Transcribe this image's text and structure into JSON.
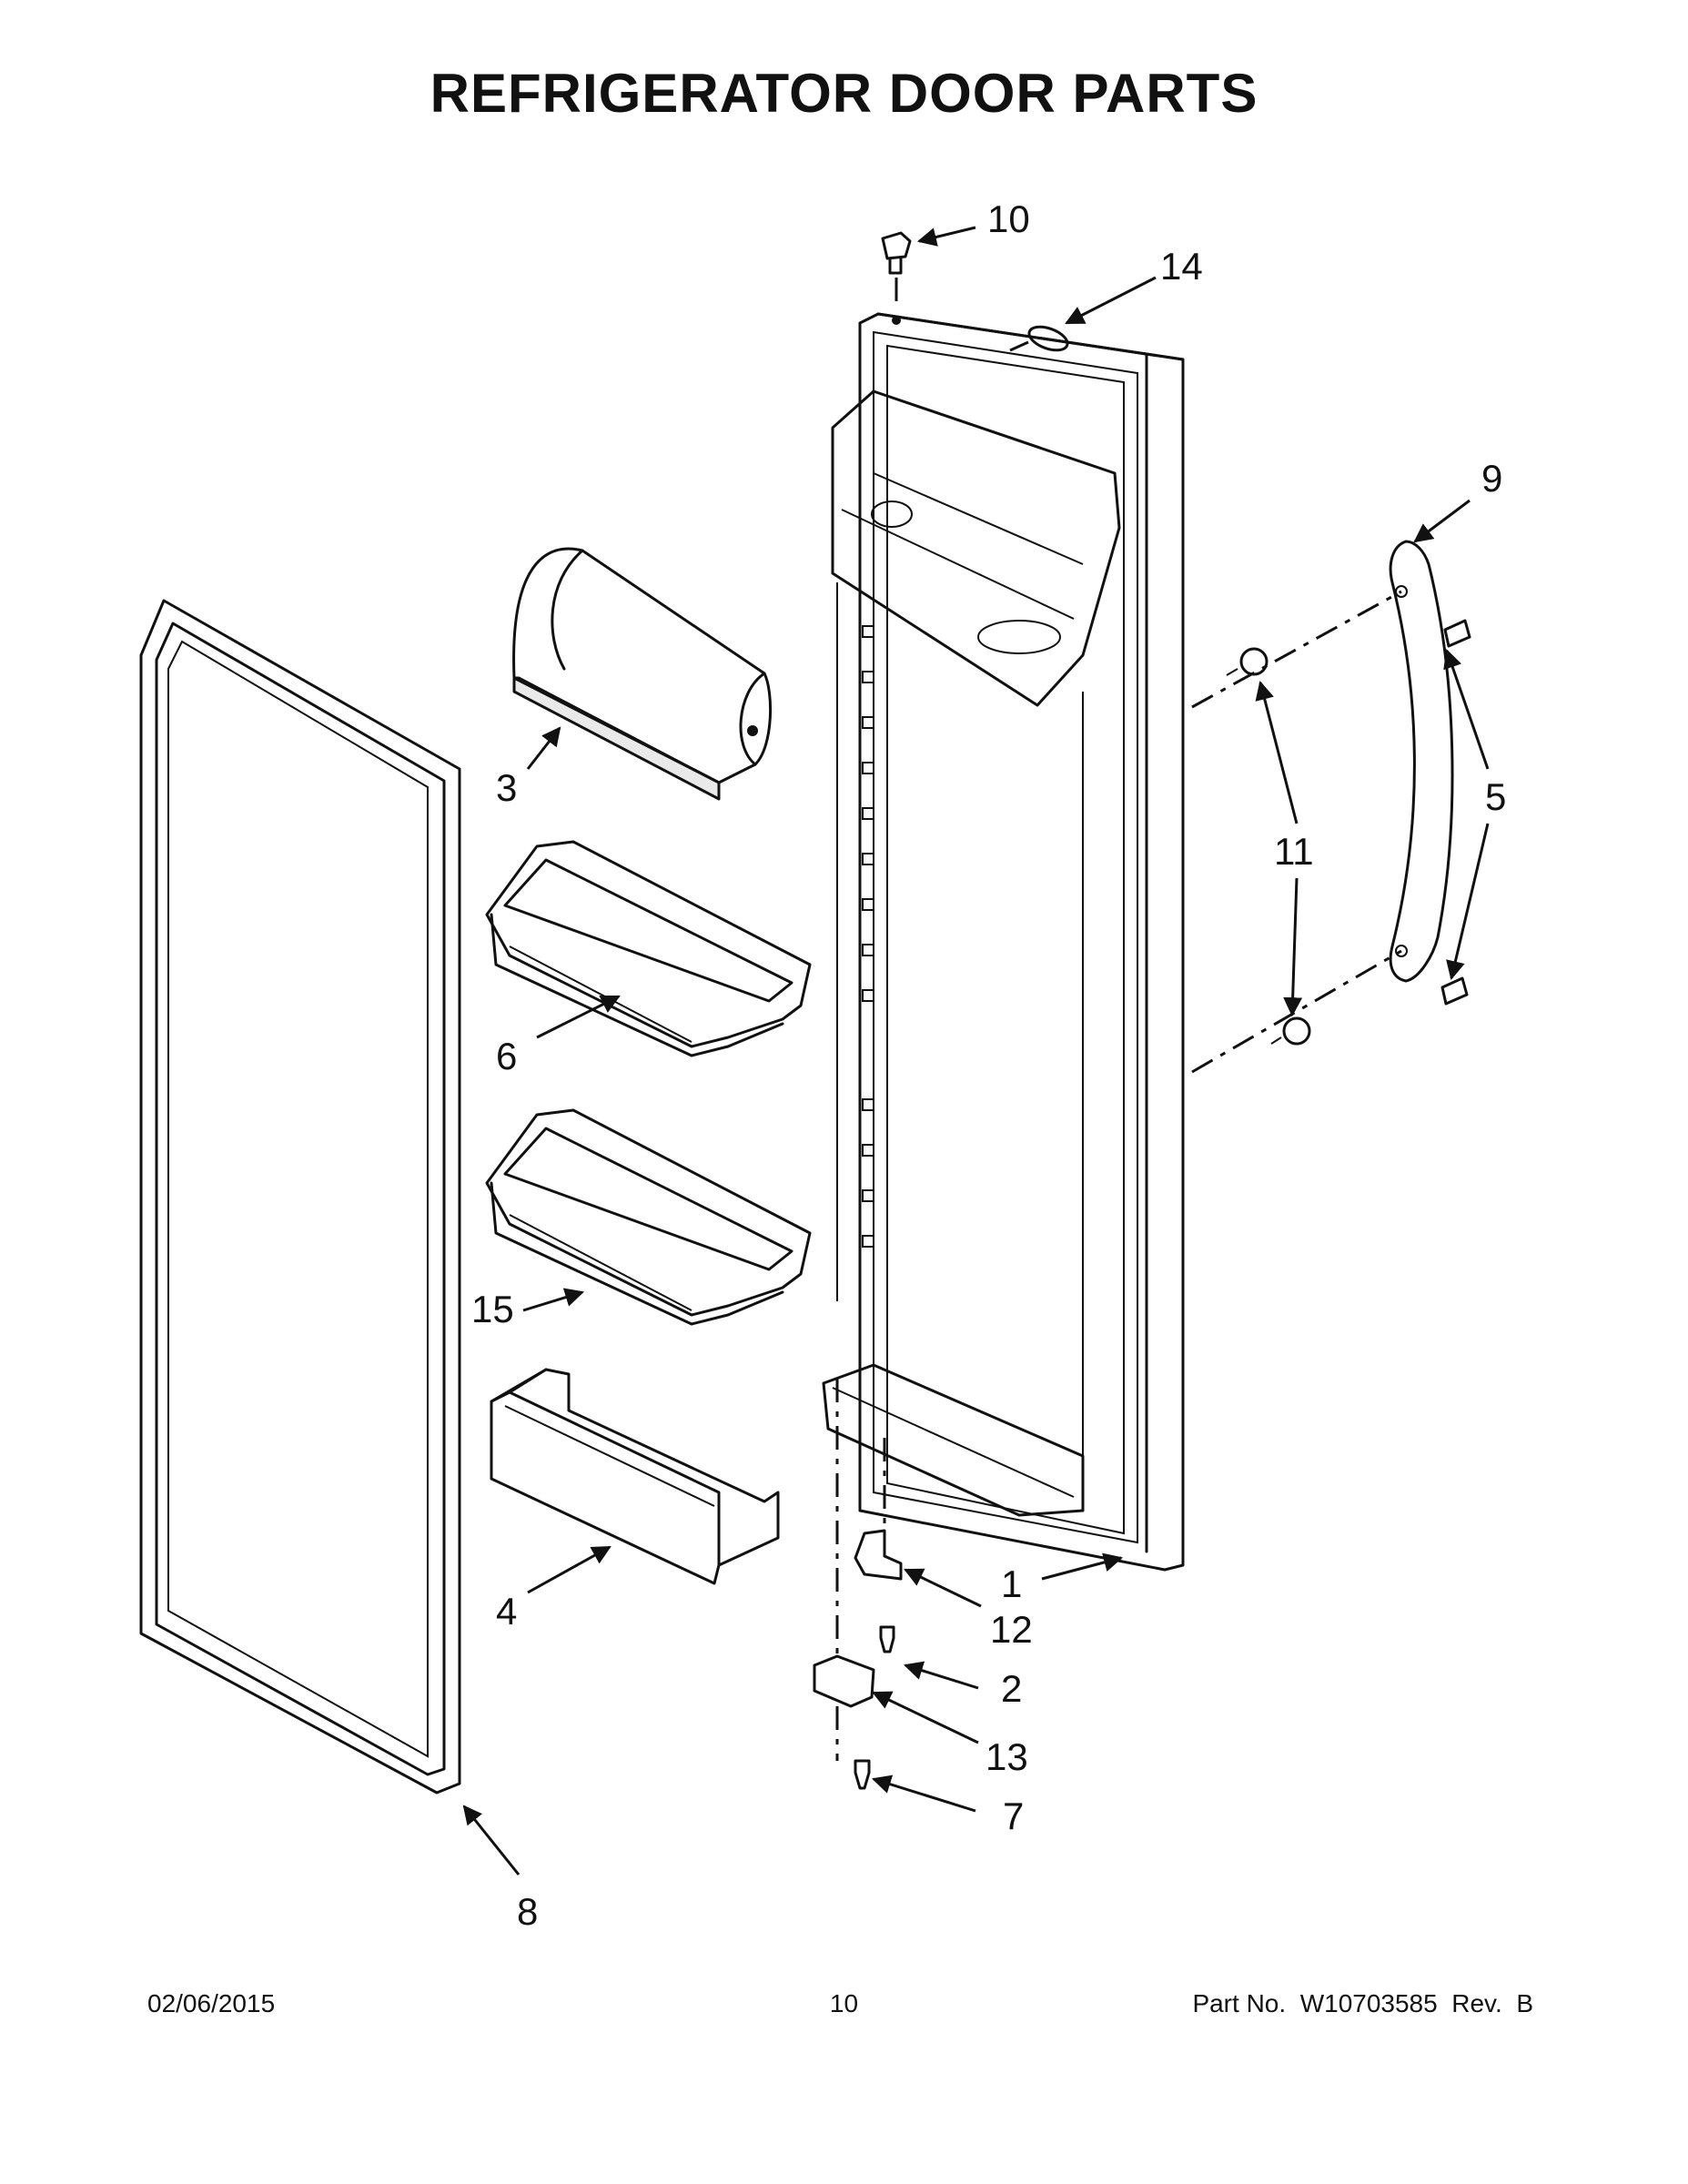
{
  "title": "REFRIGERATOR DOOR PARTS",
  "callouts": [
    "1",
    "2",
    "3",
    "4",
    "5",
    "6",
    "7",
    "8",
    "9",
    "10",
    "11",
    "12",
    "13",
    "14",
    "15"
  ],
  "footer": {
    "date": "02/06/2015",
    "page": "10",
    "part_number": "Part No.  W10703585  Rev.  B"
  },
  "colors": {
    "line": "#111111",
    "background": "#ffffff"
  }
}
